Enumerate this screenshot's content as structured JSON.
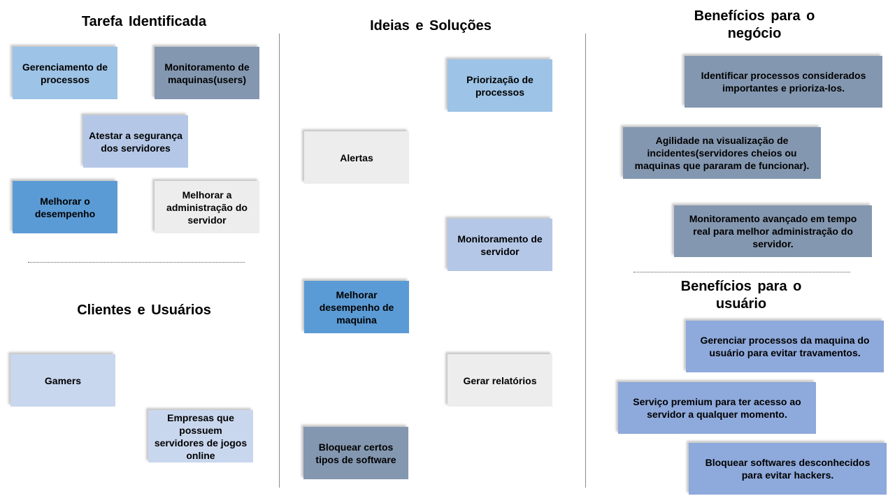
{
  "headings": {
    "tarefa": "Tarefa Identificada",
    "clientes": "Clientes e Usuários",
    "ideias": "Ideias e Soluções",
    "beneficios_negocio": "Benefícios para o negócio",
    "beneficios_usuario": "Benefícios para o usuário"
  },
  "tarefa": {
    "gerenciamento": "Gerenciamento de processos",
    "monitoramento_maquinas": "Monitoramento de maquinas(users)",
    "atestar": "Atestar a segurança dos servidores",
    "melhorar_desempenho": "Melhorar o desempenho",
    "melhorar_administracao": "Melhorar a administração do servidor"
  },
  "clientes": {
    "gamers": "Gamers",
    "empresas": "Empresas que possuem servidores de jogos online"
  },
  "ideias": {
    "priorizacao": "Priorização de processos",
    "alertas": "Alertas",
    "monitoramento_servidor": "Monitoramento de servidor",
    "melhorar_maquina": "Melhorar desempenho de maquina",
    "gerar_relatorios": "Gerar relatórios",
    "bloquear_tipos": "Bloquear certos tipos de software"
  },
  "negocio": {
    "identificar": "Identificar processos considerados importantes e prioriza-los.",
    "agilidade": "Agilidade na visualização de incidentes(servidores cheios ou maquinas que pararam de funcionar).",
    "monitoramento_avancado": "Monitoramento avançado em tempo real para melhor administração do servidor."
  },
  "usuario": {
    "gerenciar": "Gerenciar processos da maquina do usuário para evitar travamentos.",
    "premium": "Serviço premium para ter acesso ao servidor a qualquer momento.",
    "bloquear_desconhecidos": "Bloquear softwares desconhecidos para evitar hackers."
  },
  "colors": {
    "light_blue": "#9DC3E6",
    "slate": "#8497B0",
    "lavender": "#B4C7E7",
    "medium_blue": "#5B9BD5",
    "light_grey": "#EDEDED",
    "pale_blue": "#C9D7EE",
    "periwinkle": "#8EA9DB"
  }
}
